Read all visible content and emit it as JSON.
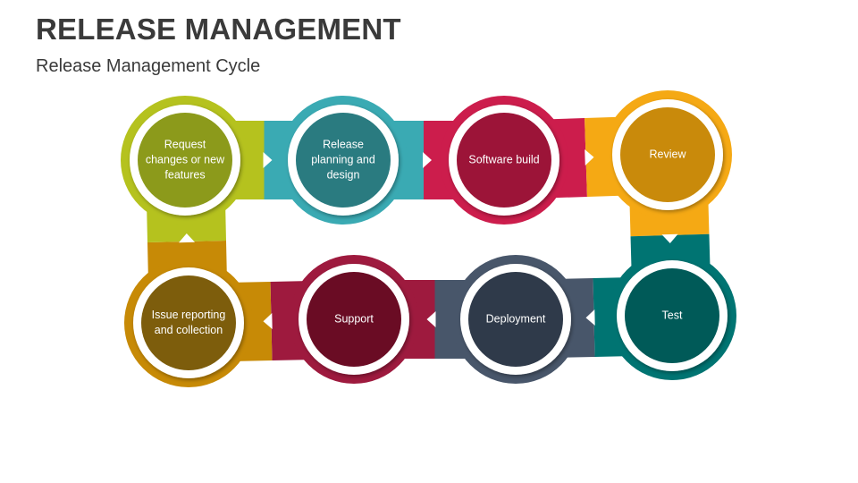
{
  "header": {
    "title": "RELEASE MANAGEMENT",
    "subtitle": "Release Management Cycle"
  },
  "steps": [
    {
      "label": "Request changes or new features",
      "outer": "#b5c21e",
      "inner": "#8c9a1b"
    },
    {
      "label": "Release planning and design",
      "outer": "#3aaab3",
      "inner": "#2a7b80"
    },
    {
      "label": "Software build",
      "outer": "#cc1d4c",
      "inner": "#9c1438"
    },
    {
      "label": "Review",
      "outer": "#f5a914",
      "inner": "#c98a0b"
    },
    {
      "label": "Test",
      "outer": "#007472",
      "inner": "#005a58"
    },
    {
      "label": "Deployment",
      "outer": "#48566a",
      "inner": "#2f3a4a"
    },
    {
      "label": "Support",
      "outer": "#9e1a3e",
      "inner": "#6a0c24"
    },
    {
      "label": "Issue reporting and collection",
      "outer": "#c78a06",
      "inner": "#7d5d0c"
    }
  ]
}
